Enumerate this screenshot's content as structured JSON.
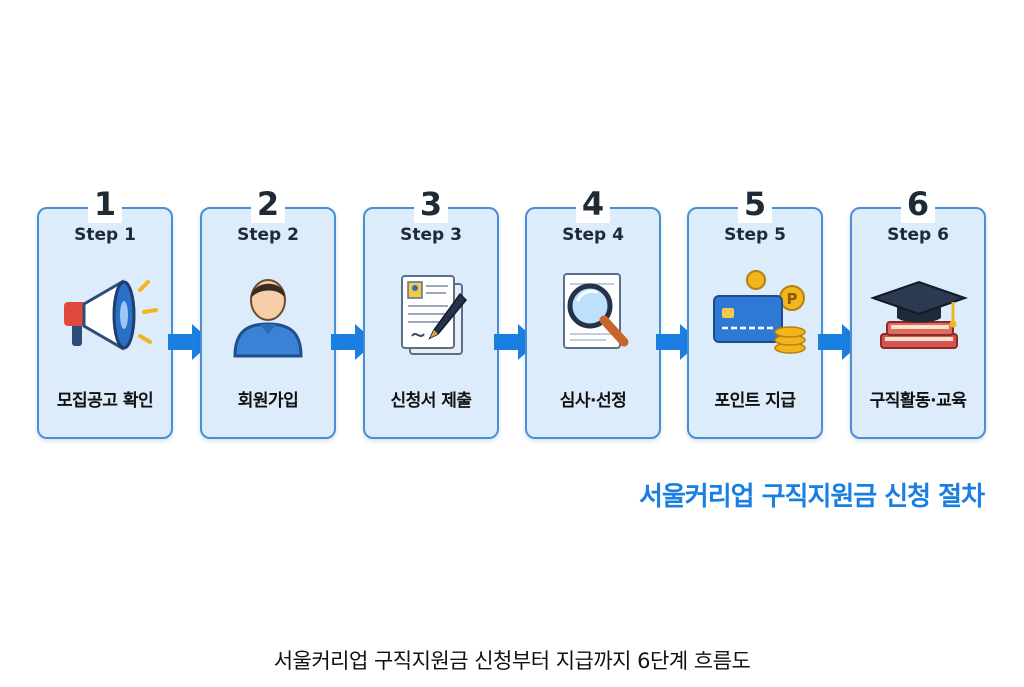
{
  "steps": [
    {
      "number": "1",
      "label": "Step 1",
      "title": "모집공고 확인",
      "icon": "megaphone-icon"
    },
    {
      "number": "2",
      "label": "Step 2",
      "title": "회원가입",
      "icon": "user-icon"
    },
    {
      "number": "3",
      "label": "Step 3",
      "title": "신청서 제출",
      "icon": "application-document-icon"
    },
    {
      "number": "4",
      "label": "Step 4",
      "title": "심사·선정",
      "icon": "magnifier-document-icon"
    },
    {
      "number": "5",
      "label": "Step 5",
      "title": "포인트 지급",
      "icon": "card-coins-icon"
    },
    {
      "number": "6",
      "label": "Step 6",
      "title": "구직활동·교육",
      "icon": "graduation-books-icon"
    }
  ],
  "heading": "서울커리업 구직지원금 신청 절차",
  "caption": "서울커리업 구직지원금 신청부터 지급까지 6단계 흐름도",
  "colors": {
    "card_fill": "#dcecfa",
    "card_border": "#4a8fd6",
    "arrow": "#1a7fe0",
    "heading": "#1a7fe0"
  }
}
